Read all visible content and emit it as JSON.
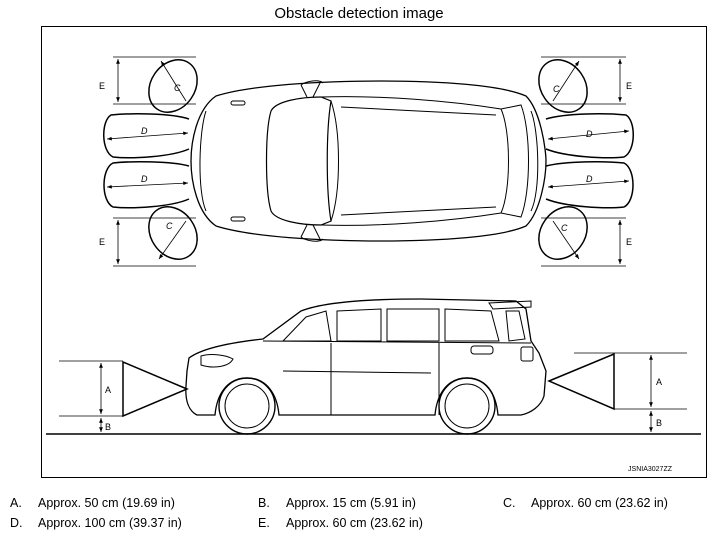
{
  "title": "Obstacle detection image",
  "figure_id": "JSNIA3027ZZ",
  "diagram_labels": {
    "A": "A",
    "B": "B",
    "C": "C",
    "D": "D",
    "E": "E"
  },
  "legend": [
    {
      "letter": "A.",
      "text": "Approx. 50 cm (19.69 in)"
    },
    {
      "letter": "B.",
      "text": "Approx. 15 cm (5.91 in)"
    },
    {
      "letter": "C.",
      "text": "Approx. 60 cm (23.62 in)"
    },
    {
      "letter": "D.",
      "text": "Approx. 100 cm (39.37 in)"
    },
    {
      "letter": "E.",
      "text": "Approx. 60 cm (23.62 in)"
    }
  ]
}
